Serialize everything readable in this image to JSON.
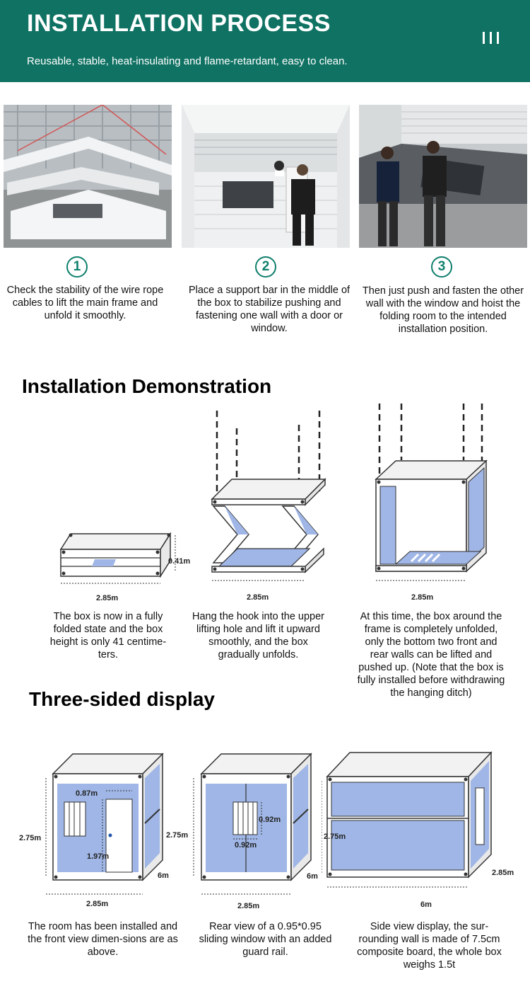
{
  "header": {
    "title": "INSTALLATION PROCESS",
    "subtitle": "Reusable, stable, heat-insulating and flame-retardant, easy to clean."
  },
  "steps": [
    {
      "number": "1",
      "text": "Check the stability of the wire rope cables to lift the main frame and unfold it smoothly."
    },
    {
      "number": "2",
      "text": "Place a support bar in the middle of the box to stabilize pushing and fastening one wall with a door or window."
    },
    {
      "number": "3",
      "text": "Then just push and fasten the other wall with the window and hoist the folding room to the intended installation position."
    }
  ],
  "demonstration": {
    "title": "Installation Demonstration",
    "items": [
      {
        "width_label": "2.85m",
        "height_label": "0.41m",
        "text": "The box is now in a fully folded state and the box height is only 41 centime-ters."
      },
      {
        "width_label": "2.85m",
        "text": "Hang the hook into the upper lifting hole and lift it upward smoothly, and the box gradually unfolds."
      },
      {
        "width_label": "2.85m",
        "text": "At this time, the box around the frame is completely unfolded, only the bottom two front and rear walls can be lifted and pushed up. (Note that the box is fully installed before withdrawing the hanging ditch)"
      }
    ]
  },
  "three_sided": {
    "title": "Three-sided display",
    "items": [
      {
        "height_label": "2.75m",
        "depth_label": "6m",
        "width_label": "2.85m",
        "door_width_label": "0.87m",
        "door_height_label": "1.97m",
        "text": "The room has been installed and the front view dimen-sions are as above."
      },
      {
        "height_label": "2.75m",
        "depth_label": "6m",
        "width_label": "2.85m",
        "window_h_label": "0.92m",
        "window_w_label": "0.92m",
        "text": "Rear view of a 0.95*0.95 sliding window with an added guard rail."
      },
      {
        "height_label": "2.75m",
        "depth_label": "2.85m",
        "width_label": "6m",
        "text": "Side view display, the sur-rounding wall is made of 7.5cm composite board, the whole box weighs 1.5t"
      }
    ]
  },
  "colors": {
    "header_bg": "#0f7263",
    "accent": "#10806d",
    "panel_blue": "#9fb6e6"
  }
}
